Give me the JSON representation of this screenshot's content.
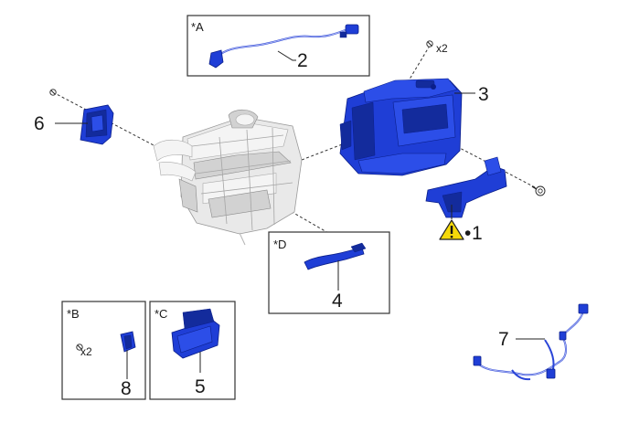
{
  "callouts": {
    "part1": "1",
    "part1_bullet": "•",
    "part2": "2",
    "part3": "3",
    "part4": "4",
    "part5": "5",
    "part6": "6",
    "part7": "7",
    "part8": "8"
  },
  "boxes": {
    "A": "*A",
    "B": "*B",
    "C": "*C",
    "D": "*D"
  },
  "quantities": {
    "bolts_part3": "x2",
    "bolts_part8": "x2"
  },
  "colors": {
    "part_blue": "#1f3ed6",
    "engine_gray": "#e9e9e9",
    "warning_yellow": "#f5d90a"
  }
}
